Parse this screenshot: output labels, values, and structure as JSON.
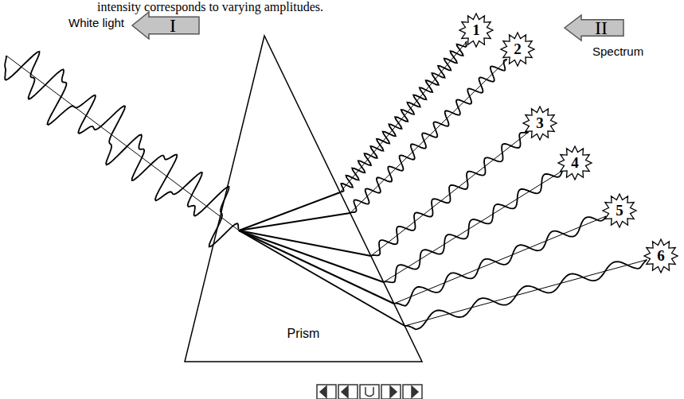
{
  "diagram": {
    "nodes": [
      {
        "text": [
          "I"
        ]
      },
      {
        "text": [
          "II"
        ]
      },
      {
        "text": [
          "Prism"
        ]
      },
      {
        "text": [
          "1"
        ]
      },
      {
        "text": [
          "2"
        ]
      },
      {
        "text": [
          "3"
        ]
      },
      {
        "text": [
          "4"
        ]
      },
      {
        "text": [
          "5"
        ]
      },
      {
        "text": [
          "6"
        ]
      }
    ],
    "edges": [
      {
        "from": 2,
        "to": 3,
        "arrow": "none"
      },
      {
        "from": 2,
        "to": 4,
        "arrow": "none"
      },
      {
        "from": 2,
        "to": 5,
        "arrow": "none"
      },
      {
        "from": 2,
        "to": 6,
        "arrow": "none"
      },
      {
        "from": 2,
        "to": 7,
        "arrow": "none"
      },
      {
        "from": 2,
        "to": 8,
        "arrow": "none"
      }
    ],
    "labels": [
      "intensity corresponds to varying amplitudes.",
      "White light",
      "Spectrum"
    ]
  }
}
